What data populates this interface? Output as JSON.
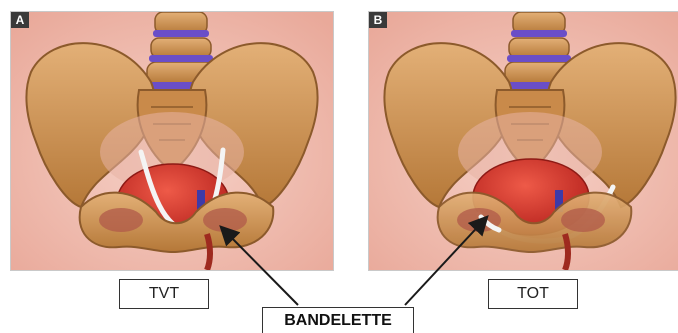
{
  "panels": [
    {
      "badge": "A",
      "caption": "TVT"
    },
    {
      "badge": "B",
      "caption": "TOT"
    }
  ],
  "callout": {
    "label": "BANDELETTE"
  },
  "colors": {
    "skin": "#f1c0b4",
    "bone": "#d49a5c",
    "bone_shadow": "#8c5a2b",
    "bladder": "#d8302a",
    "disc": "#6a4ec8",
    "sling": "#f4f4f4"
  }
}
